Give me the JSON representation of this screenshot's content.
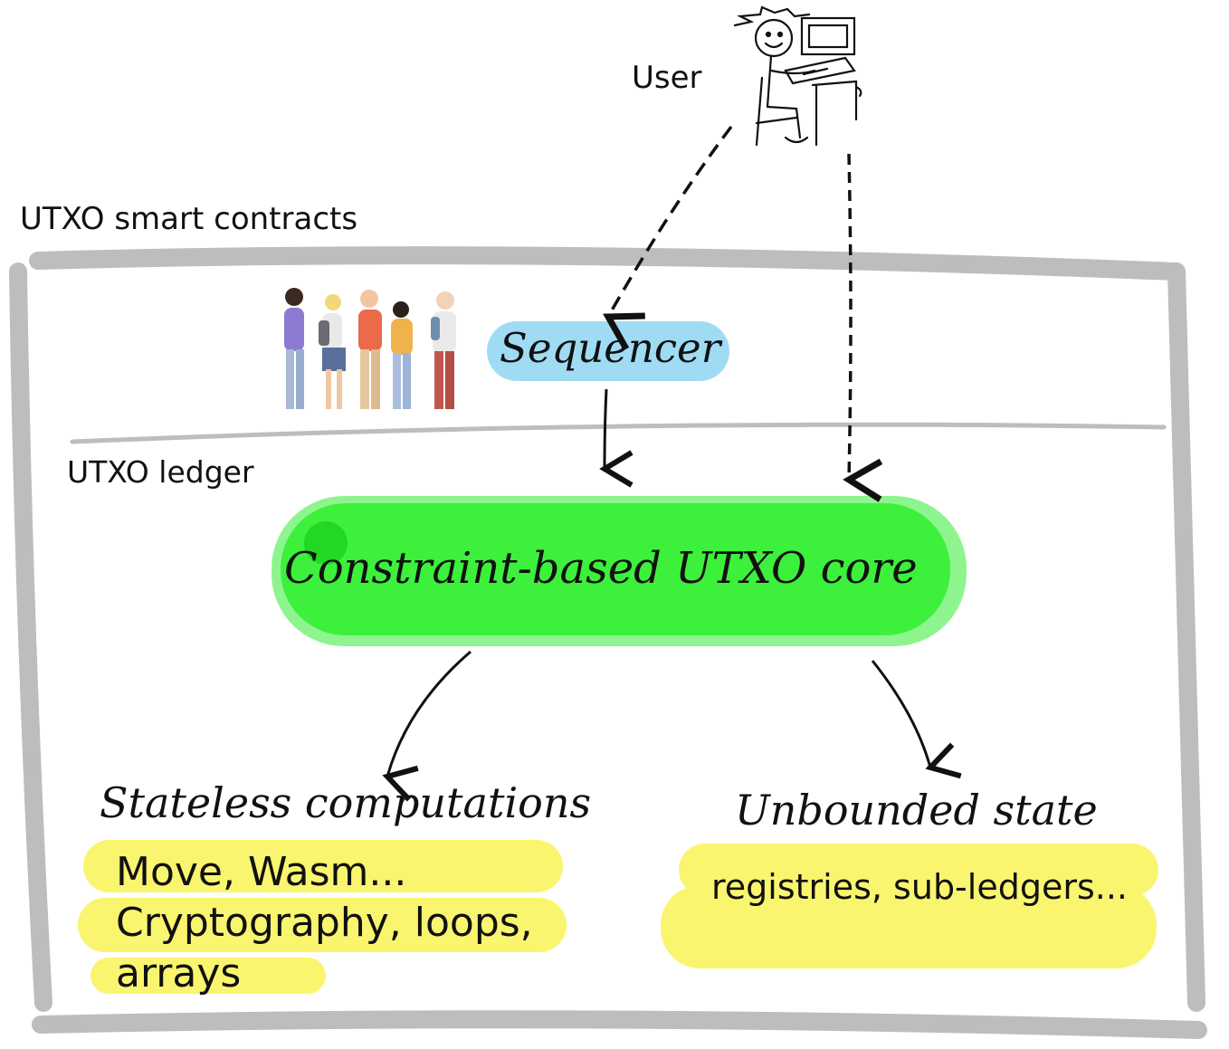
{
  "labels": {
    "user": "User",
    "utxo_smart_contracts": "UTXO smart contracts",
    "utxo_ledger": "UTXO ledger",
    "sequencer": "Sequencer",
    "core": "Constraint-based UTXO core",
    "stateless_title": "Stateless computations",
    "stateless_line1": "Move, Wasm...",
    "stateless_line2": "Cryptography, loops,",
    "stateless_line3": "arrays",
    "unbounded_title": "Unbounded state",
    "unbounded_body": "registries, sub-ledgers..."
  },
  "colors": {
    "frame": "#bdbdbd",
    "sequencer_fill": "#9fdcf4",
    "core_fill": "#3cf03c",
    "core_halo": "#8ef58e",
    "highlight_yellow": "#faf56e",
    "ink": "#111111"
  },
  "icons": {
    "user": "stick-figure-at-computer-icon",
    "queue": "people-queue-icon"
  }
}
